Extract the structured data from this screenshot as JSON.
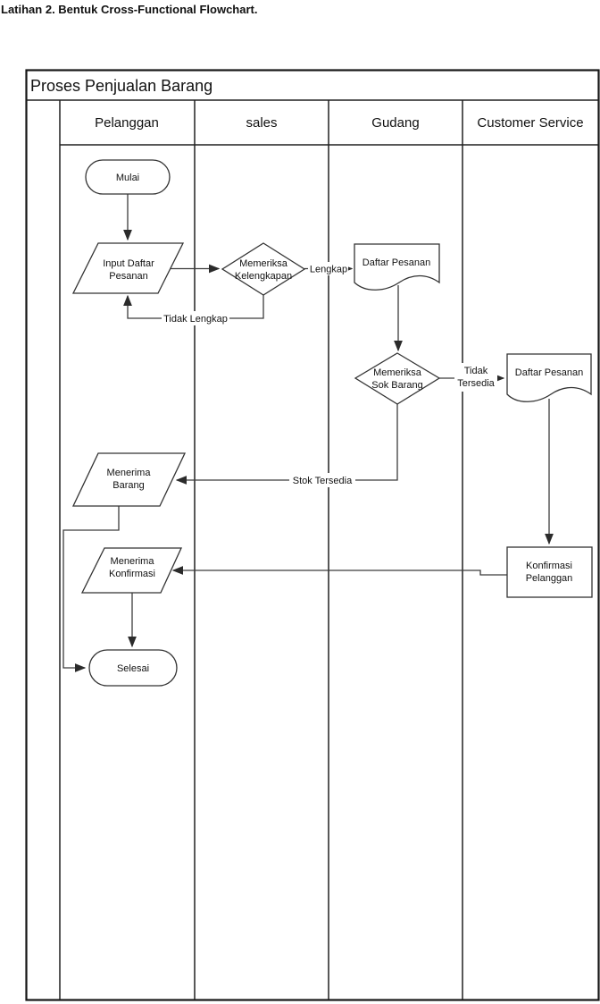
{
  "caption": {
    "text": "Latihan 2. Bentuk Cross-Functional Flowchart."
  },
  "chart": {
    "title": "Proses Penjualan Barang",
    "lanes": [
      "Pelanggan",
      "sales",
      "Gudang",
      "Customer Service"
    ]
  },
  "nodes": {
    "mulai": "Mulai",
    "input_daftar_pesanan": [
      "Input Daftar",
      "Pesanan"
    ],
    "memeriksa_kelengkapan": [
      "Memeriksa",
      "Kelengkapan"
    ],
    "daftar_pesanan_gudang": "Daftar Pesanan",
    "memeriksa_stok": [
      "Memeriksa",
      "Sok Barang"
    ],
    "daftar_pesanan_cs": "Daftar Pesanan",
    "konfirmasi_pelanggan": [
      "Konfirmasi",
      "Pelanggan"
    ],
    "menerima_barang": [
      "Menerima",
      "Barang"
    ],
    "menerima_konfirmasi": [
      "Menerima",
      "Konfirmasi"
    ],
    "selesai": "Selesai"
  },
  "edge_labels": {
    "lengkap": "Lengkap",
    "tidak_lengkap": "Tidak Lengkap",
    "tidak": "Tidak",
    "tersedia": "Tersedia",
    "stok_tersedia": "Stok Tersedia"
  },
  "colors": {
    "ink": "#1a1a1a",
    "background": "#ffffff"
  }
}
